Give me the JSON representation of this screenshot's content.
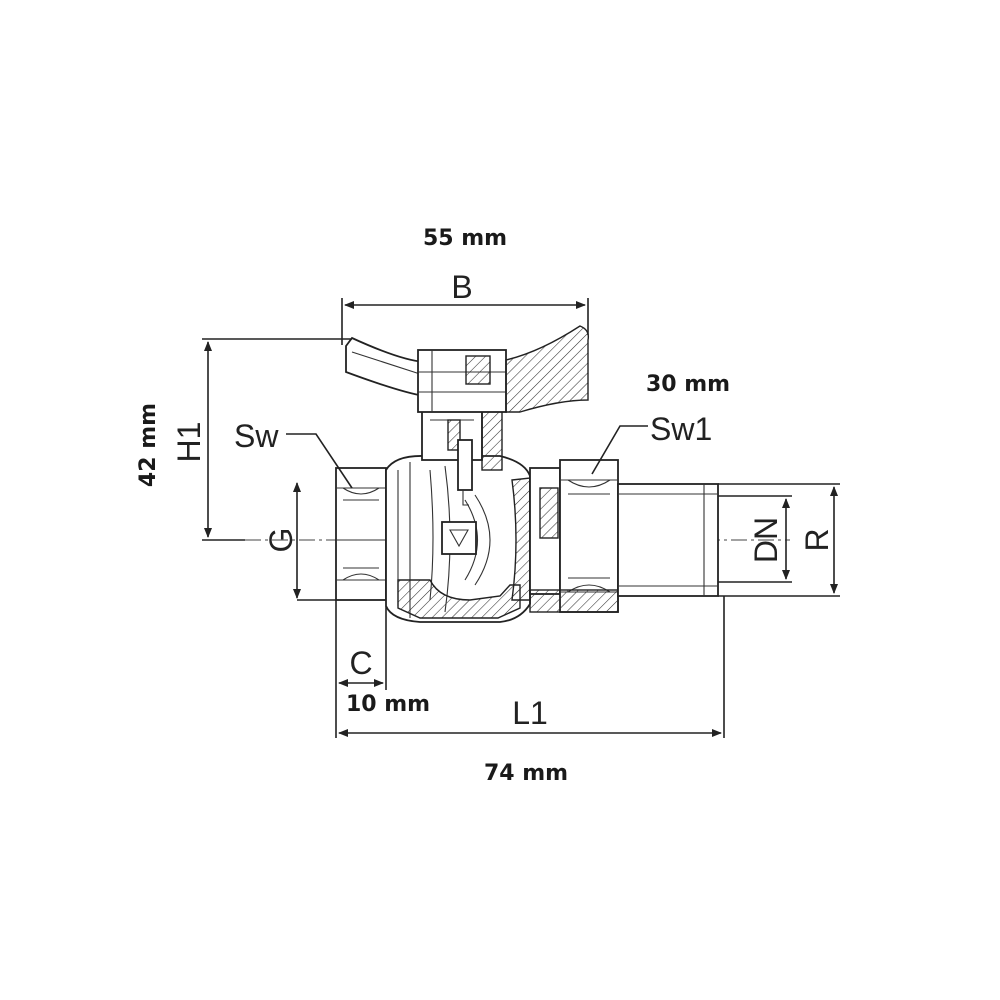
{
  "labels": {
    "B": "B",
    "H1": "H1",
    "Sw": "Sw",
    "Sw1": "Sw1",
    "G": "G",
    "DN": "DN",
    "R": "R",
    "C": "C",
    "L1": "L1"
  },
  "dimensions": {
    "B": "55 mm",
    "H1": "42 mm",
    "Sw1": "30 mm",
    "C": "10 mm",
    "L1": "74 mm"
  }
}
